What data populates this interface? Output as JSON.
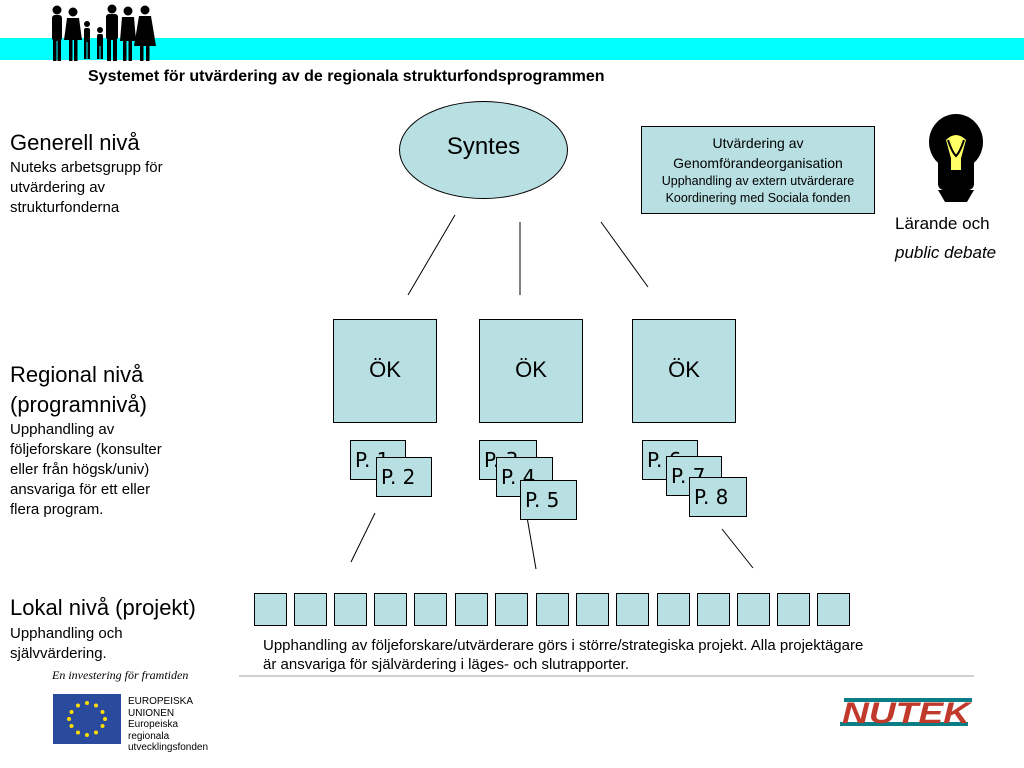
{
  "title": "Systemet för utvärdering av de regionala strukturfondsprogrammen",
  "synthesis": {
    "label": "Syntes"
  },
  "eval_box": {
    "line1": "Utvärdering av",
    "line2": "Genomförandeorganisation",
    "line3": "Upphandling av extern utvärderare",
    "line4": "Koordinering med Sociala fonden"
  },
  "learning": {
    "line1": "Lärande och",
    "line2": "public debate"
  },
  "levels": {
    "general": {
      "heading": "Generell nivå",
      "lines": [
        "Nuteks arbetsgrupp för",
        "utvärdering av",
        "strukturfonderna"
      ]
    },
    "regional": {
      "heading1": "Regional nivå",
      "heading2": "(programnivå)",
      "lines": [
        "Upphandling av",
        "följeforskare (konsulter",
        "eller från högsk/univ)",
        "ansvariga för ett eller",
        "flera program."
      ]
    },
    "local": {
      "heading": "Lokal nivå (projekt)",
      "lines": [
        "Upphandling och",
        "självvärdering."
      ]
    }
  },
  "ok_boxes": [
    "ÖK",
    "ÖK",
    "ÖK"
  ],
  "programs": [
    "P. 1",
    "P. 2",
    "P. 3",
    "P. 4",
    "P. 5",
    "P. 6",
    "P. 7",
    "P. 8"
  ],
  "project_count": 15,
  "footnote": {
    "line1": "Upphandling av följeforskare/utvärderare görs i större/strategiska projekt. Alla projektägare",
    "line2": "är ansvariga för självärdering i läges- och slutrapporter."
  },
  "footer": {
    "tagline": "En investering för framtiden",
    "eu_lines": [
      "EUROPEISKA",
      "UNIONEN",
      "Europeiska",
      "regionala",
      "utvecklingsfonden"
    ],
    "logo": "NUTEK"
  },
  "colors": {
    "band": "#00ffff",
    "box_fill": "#b8dfe1",
    "logo": "#c0392b",
    "logo_stripe": "#0a7d86",
    "eu_blue": "#2a4a9e",
    "eu_star": "#ffdd00"
  },
  "icons": [
    "people-silhouettes",
    "light-bulb-icon",
    "eu-flag-icon"
  ]
}
